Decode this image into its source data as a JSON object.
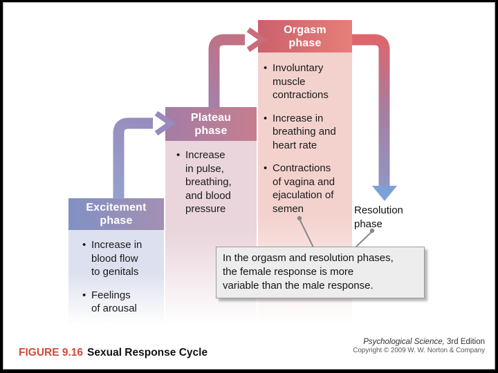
{
  "figure": {
    "caption_label": "FIGURE 9.16",
    "caption_title": "Sexual Response Cycle",
    "credit_title": "Psychological Science,",
    "credit_edition": " 3rd Edition",
    "credit_copyright": "Copyright © 2009 W. W. Norton & Company"
  },
  "diagram": {
    "bullet_char": "•",
    "phases": [
      {
        "id": "excitement",
        "title": "Excitement\nphase",
        "bullets": [
          "Increase in\nblood flow\nto genitals",
          "Feelings\nof arousal"
        ]
      },
      {
        "id": "plateau",
        "title": "Plateau\nphase",
        "bullets": [
          "Increase\nin pulse,\nbreathing,\nand blood\npressure"
        ]
      },
      {
        "id": "orgasm",
        "title": "Orgasm\nphase",
        "bullets": [
          "Involuntary\nmuscle\ncontractions",
          "Increase in\nbreathing and\nheart rate",
          "Contractions\nof vagina and\nejaculation of\nsemen"
        ]
      }
    ],
    "resolution_label": "Resolution\nphase",
    "callout": "In the orgasm and resolution phases,\nthe female response is more\nvariable than the male response."
  },
  "colors": {
    "frame": "#000000",
    "header_text": "#ffffff",
    "body_text": "#1a1a1a",
    "excitement_header_from": "#8191c3",
    "excitement_header_to": "#a48fb2",
    "excitement_body": "#dde1ef",
    "plateau_header_from": "#a37da6",
    "plateau_header_to": "#c67e8f",
    "plateau_body": "#ead5dd",
    "orgasm_header_from": "#cb616d",
    "orgasm_header_to": "#e67e79",
    "orgasm_body": "#f3d2ce",
    "arrow_excitement_plateau_from": "#93a1cd",
    "arrow_excitement_plateau_to": "#9a89bc",
    "arrow_plateau_orgasm_from": "#a480aa",
    "arrow_plateau_orgasm_to": "#c96d7a",
    "arrow_resolution_top": "#e0646a",
    "arrow_resolution_mid": "#a77e9f",
    "arrow_resolution_bottom": "#8e97c6",
    "arrow_resolution_head": "#7ba1d7",
    "callout_bg": "#ededed",
    "callout_border": "#9a9a9a",
    "leader_line": "#888888",
    "caption_label_red": "#cf4a3b",
    "credit_text": "#2f2f2f"
  }
}
